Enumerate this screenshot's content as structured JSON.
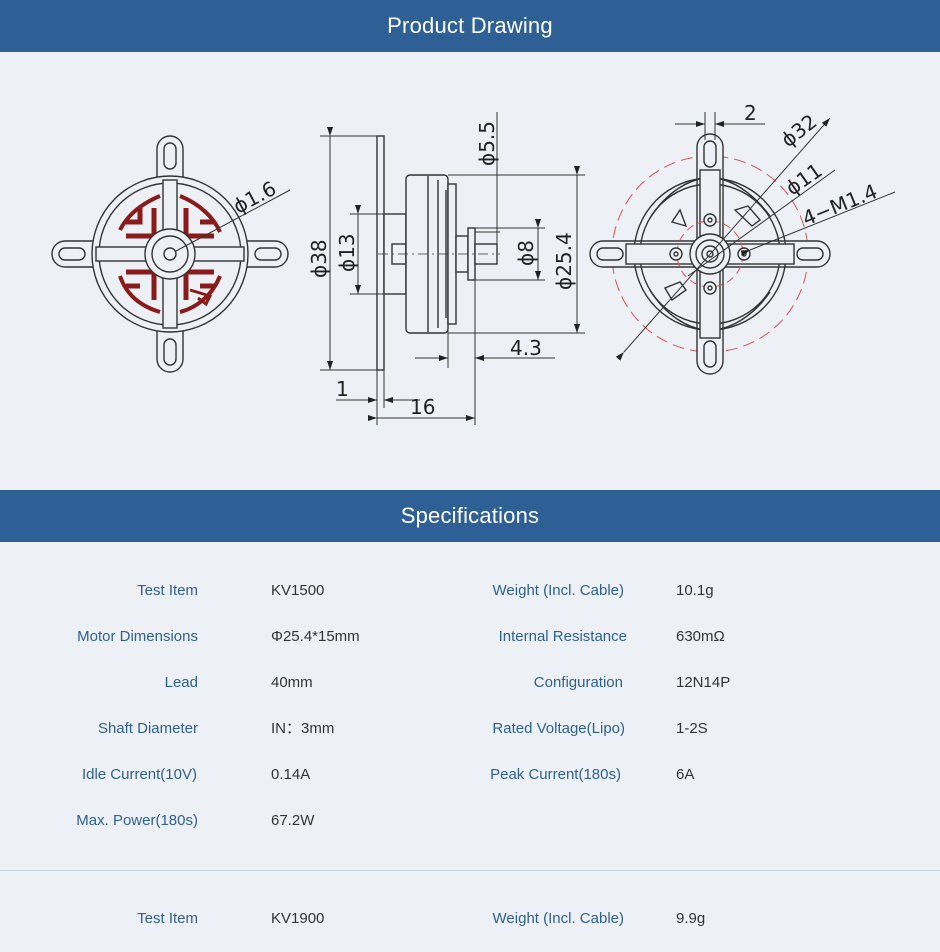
{
  "drawing": {
    "title": "Product Drawing",
    "dims": {
      "phi1_6": "ϕ1.6",
      "phi38": "ϕ38",
      "phi13": "ϕ13",
      "phi5_5": "ϕ5.5",
      "phi8": "ϕ8",
      "phi25_4": "ϕ25.4",
      "d4_3": "4.3",
      "d1": "1",
      "d16": "16",
      "d2": "2",
      "phi32": "ϕ32",
      "phi11": "ϕ11",
      "m1_4": "4−M1.4"
    }
  },
  "specs": {
    "title": "Specifications",
    "table1": [
      {
        "l1": "Test Item",
        "v1": "KV1500",
        "l2": "Weight (Incl. Cable)",
        "v2": "10.1g"
      },
      {
        "l1": "Motor Dimensions",
        "v1": "Φ25.4*15mm",
        "l2": "Internal Resistance",
        "v2": "630mΩ"
      },
      {
        "l1": "Lead",
        "v1": "40mm",
        "l2": "Configuration",
        "v2": "12N14P"
      },
      {
        "l1": "Shaft Diameter",
        "v1": "IN：3mm",
        "l2": "Rated Voltage(Lipo)",
        "v2": "1-2S"
      },
      {
        "l1": "Idle Current(10V)",
        "v1": "0.14A",
        "l2": "Peak Current(180s)",
        "v2": "6A"
      },
      {
        "l1": "Max. Power(180s)",
        "v1": "67.2W",
        "l2": "",
        "v2": ""
      }
    ],
    "table2": [
      {
        "l1": "Test Item",
        "v1": "KV1900",
        "l2": "Weight (Incl. Cable)",
        "v2": "9.9g"
      }
    ]
  },
  "colors": {
    "banner": "#2e6096",
    "label": "#2e6096",
    "accent_red": "#8b1a1a",
    "page_bg": "#edf1f6"
  }
}
